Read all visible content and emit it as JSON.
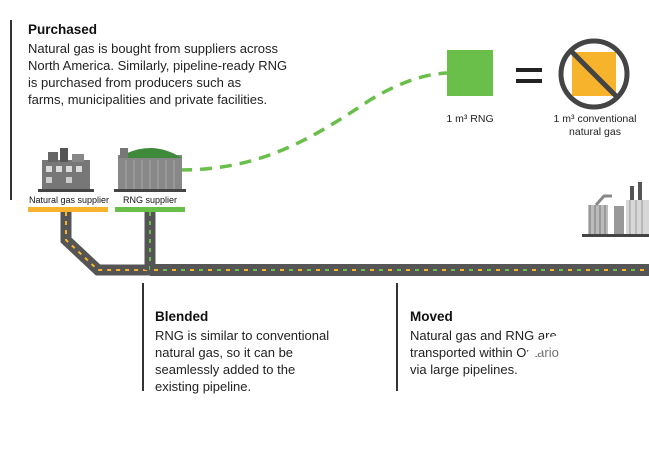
{
  "purchased": {
    "title": "Purchased",
    "line1": "Natural gas is bought from suppliers across",
    "line2": "North America. Similarly, pipeline-ready RNG",
    "line3": "is purchased from producers such as",
    "line4": "farms, municipalities and private facilities."
  },
  "equation": {
    "rng_label": "1 m³ RNG",
    "equals": "=",
    "conventional_line1": "1 m³ conventional",
    "conventional_line2": "natural gas"
  },
  "suppliers": {
    "natural_gas": "Natural gas supplier",
    "rng": "RNG supplier"
  },
  "blended": {
    "title": "Blended",
    "line1": "RNG is similar to conventional",
    "line2": "natural gas, so it can be",
    "line3": "seamlessly added to the",
    "line4": "existing pipeline."
  },
  "moved": {
    "title": "Moved",
    "line1": "Natural gas and RNG are",
    "line2": "transported within Ontario",
    "line3": "via large pipelines."
  },
  "colors": {
    "green": "#6abf4b",
    "orange": "#f7b32b",
    "pipe": "#555555",
    "dark": "#333333"
  }
}
